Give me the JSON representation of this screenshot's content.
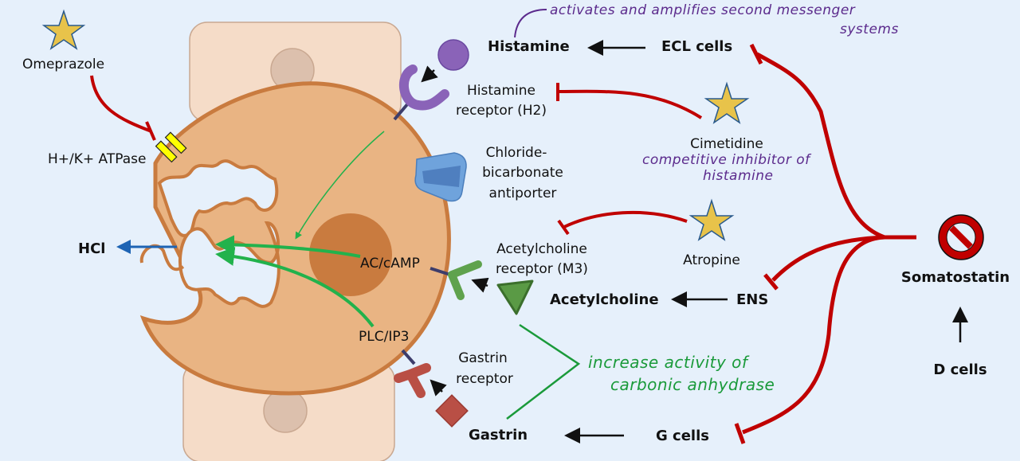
{
  "colors": {
    "background": "#e6f0fb",
    "inhibition": "#c00000",
    "activation": "#22b24c",
    "hcl_arrow": "#1e64b4",
    "star_fill": "#e8c34a",
    "star_stroke": "#2a5a8c",
    "cell_fill": "#e9b483",
    "cell_border": "#c97b3f",
    "nucleus": "#c97b3f",
    "neighbor_cell": "#f5dcc8",
    "handwriting_purple": "#5b2a8c",
    "handwriting_green": "#1a9a3a"
  },
  "drugs": {
    "omeprazole": "Omeprazole",
    "cimetidine": "Cimetidine",
    "atropine": "Atropine"
  },
  "labels": {
    "atpase": "H+/K+ ATPase",
    "hcl": "HCl",
    "histamine_receptor_1": "Histamine",
    "histamine_receptor_2": "receptor (H2)",
    "antiporter_1": "Chloride-",
    "antiporter_2": "bicarbonate",
    "antiporter_3": "antiporter",
    "ach_receptor_1": "Acetylcholine",
    "ach_receptor_2": "receptor (M3)",
    "ac_camp": "AC/cAMP",
    "plc_ip3": "PLC/IP3",
    "gastrin_receptor_1": "Gastrin",
    "gastrin_receptor_2": "receptor"
  },
  "pathway": {
    "histamine": "Histamine",
    "ecl_cells": "ECL cells",
    "acetylcholine": "Acetylcholine",
    "ens": "ENS",
    "gastrin": "Gastrin",
    "g_cells": "G cells",
    "somatostatin": "Somatostatin",
    "d_cells": "D cells"
  },
  "annotations": {
    "histamine_note_1": "activates and amplifies second messenger",
    "histamine_note_2": "systems",
    "cimetidine_note_1": "competitive inhibitor of",
    "cimetidine_note_2": "histamine",
    "carbonic_note_1": "increase activity of",
    "carbonic_note_2": "carbonic anhydrase"
  }
}
